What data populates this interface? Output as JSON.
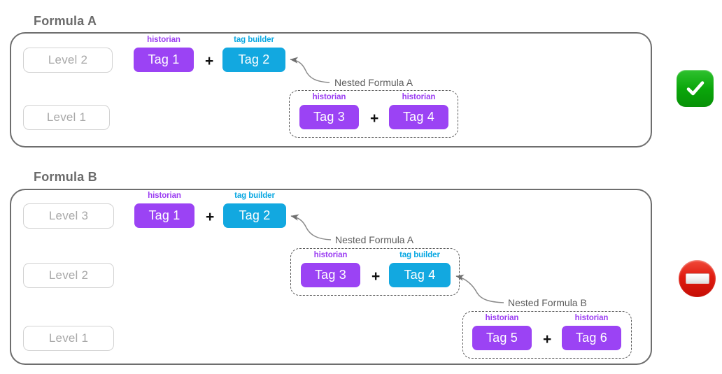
{
  "diagram": {
    "title_a": "Formula A",
    "title_b": "Formula B",
    "labels": {
      "historian": "historian",
      "tag_builder": "tag builder",
      "plus": "+"
    },
    "colors": {
      "historian": "#9b43f4",
      "tag_builder": "#12a8e0",
      "container_border": "#6e6e6e",
      "level_border": "#d2d2d2",
      "level_text": "#a8a8a8",
      "nested_border": "#595959",
      "title_text": "#6b6b6b",
      "ok_green": "#0aa60a",
      "blocked_red": "#e01c10"
    },
    "formula_a": {
      "status": "allowed",
      "status_icon": "green-check-icon",
      "levels": [
        {
          "label": "Level 2"
        },
        {
          "label": "Level 1"
        }
      ],
      "top_row": [
        {
          "kind": "historian",
          "label": "historian",
          "tag": "Tag 1"
        },
        {
          "kind": "operator",
          "label": "+"
        },
        {
          "kind": "tag_builder",
          "label": "tag builder",
          "tag": "Tag 2"
        }
      ],
      "nested": [
        {
          "name": "Nested Formula A",
          "tags": [
            {
              "kind": "historian",
              "label": "historian",
              "tag": "Tag 3"
            },
            {
              "kind": "operator",
              "label": "+"
            },
            {
              "kind": "historian",
              "label": "historian",
              "tag": "Tag 4"
            }
          ]
        }
      ]
    },
    "formula_b": {
      "status": "blocked",
      "status_icon": "red-no-entry-icon",
      "levels": [
        {
          "label": "Level 3"
        },
        {
          "label": "Level 2"
        },
        {
          "label": "Level 1"
        }
      ],
      "top_row": [
        {
          "kind": "historian",
          "label": "historian",
          "tag": "Tag 1"
        },
        {
          "kind": "operator",
          "label": "+"
        },
        {
          "kind": "tag_builder",
          "label": "tag builder",
          "tag": "Tag 2"
        }
      ],
      "nested": [
        {
          "name": "Nested Formula A",
          "tags": [
            {
              "kind": "historian",
              "label": "historian",
              "tag": "Tag 3"
            },
            {
              "kind": "operator",
              "label": "+"
            },
            {
              "kind": "tag_builder",
              "label": "tag builder",
              "tag": "Tag 4"
            }
          ]
        },
        {
          "name": "Nested Formula B",
          "tags": [
            {
              "kind": "historian",
              "label": "historian",
              "tag": "Tag 5"
            },
            {
              "kind": "operator",
              "label": "+"
            },
            {
              "kind": "historian",
              "label": "historian",
              "tag": "Tag 6"
            }
          ]
        }
      ]
    }
  }
}
